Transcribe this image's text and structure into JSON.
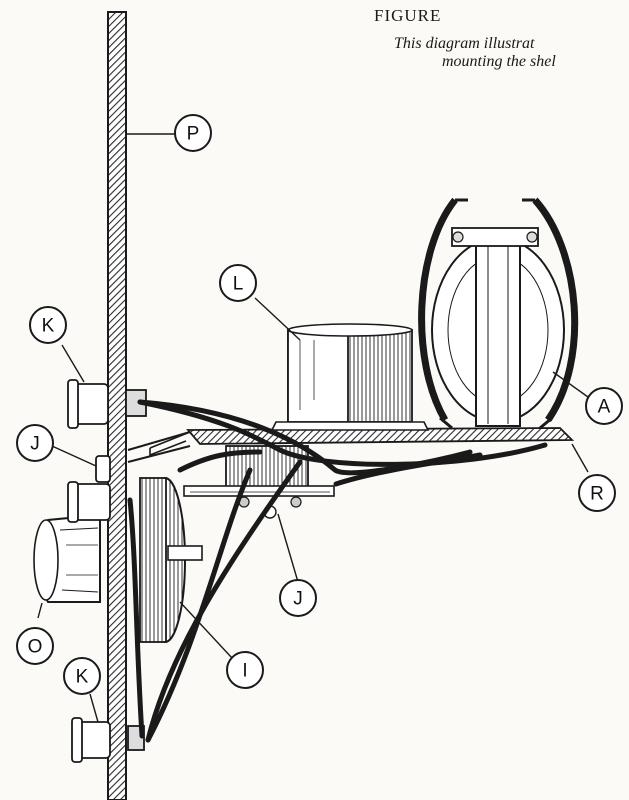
{
  "caption": {
    "figure": "FIGURE",
    "line1": "This diagram illustrat",
    "line2": "mounting the shel"
  },
  "labels": {
    "P": "P",
    "L": "L",
    "K_top": "K",
    "K_bottom": "K",
    "J_left": "J",
    "J_bottom": "J",
    "A": "A",
    "R": "R",
    "O": "O",
    "I": "I"
  },
  "colors": {
    "ink": "#1a1a1a",
    "paper": "#fbfaf6",
    "hatch": "#2a2a2a"
  }
}
